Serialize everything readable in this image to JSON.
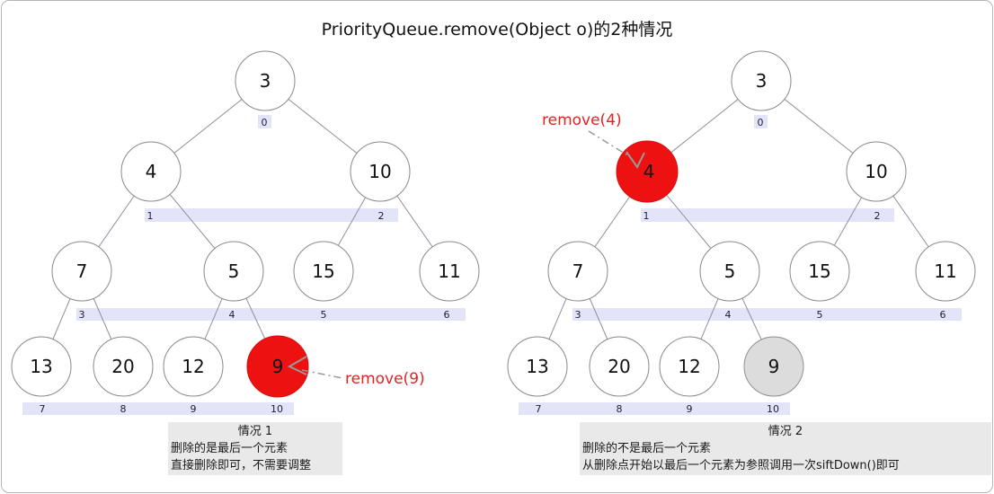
{
  "title": "PriorityQueue.remove(Object o)的2种情况",
  "colors": {
    "highlight_red": "#ee1111",
    "removed_gray": "#dcdcdc",
    "band_lavender": "#e4e4f8",
    "caption_bg": "#e9e9e9",
    "annotation_red": "#e32222",
    "edge_gray": "#8f8fa0",
    "index_navy": "#1c1c3c"
  },
  "case1": {
    "annotation": "remove(9)",
    "nodes": [
      {
        "value": "3",
        "index": "0"
      },
      {
        "value": "4",
        "index": "1"
      },
      {
        "value": "10",
        "index": "2"
      },
      {
        "value": "7",
        "index": "3"
      },
      {
        "value": "5",
        "index": "4"
      },
      {
        "value": "15",
        "index": "5"
      },
      {
        "value": "11",
        "index": "6"
      },
      {
        "value": "13",
        "index": "7"
      },
      {
        "value": "20",
        "index": "8"
      },
      {
        "value": "12",
        "index": "9"
      },
      {
        "value": "9",
        "index": "10"
      }
    ],
    "caption": {
      "heading": "情况 1",
      "line1": "删除的是最后一个元素",
      "line2": "直接删除即可，不需要调整"
    }
  },
  "case2": {
    "annotation": "remove(4)",
    "nodes": [
      {
        "value": "3",
        "index": "0"
      },
      {
        "value": "4",
        "index": "1"
      },
      {
        "value": "10",
        "index": "2"
      },
      {
        "value": "7",
        "index": "3"
      },
      {
        "value": "5",
        "index": "4"
      },
      {
        "value": "15",
        "index": "5"
      },
      {
        "value": "11",
        "index": "6"
      },
      {
        "value": "13",
        "index": "7"
      },
      {
        "value": "20",
        "index": "8"
      },
      {
        "value": "12",
        "index": "9"
      },
      {
        "value": "9",
        "index": "10"
      }
    ],
    "caption": {
      "heading": "情况 2",
      "line1": "删除的不是最后一个元素",
      "line2": "从删除点开始以最后一个元素为参照调用一次siftDown()即可"
    }
  }
}
